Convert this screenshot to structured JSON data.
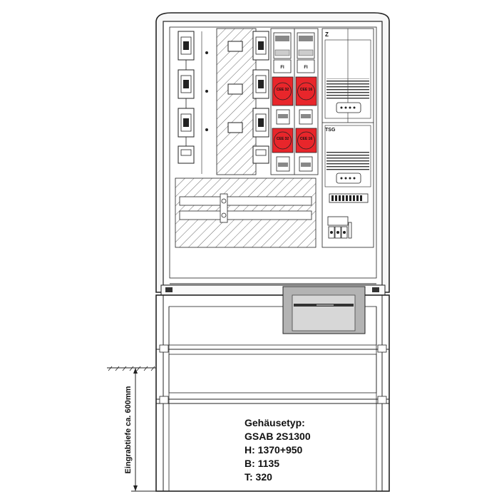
{
  "panel_labels": {
    "meter_field": "Z",
    "tsg_field": "TSG",
    "cee_upper_left": "CEE 32",
    "cee_upper_right": "CEE 16",
    "cee_lower_left": "CEE 32",
    "cee_lower_right": "CEE 16",
    "fi_left": "FI",
    "fi_right": "FI"
  },
  "installation_depth_label": "Eingrabtiefe ca. 600mm",
  "specs": {
    "housing_type_label": "Gehäusetyp:",
    "housing_type": "GSAB 2S1300",
    "height": "H: 1370+950",
    "width": "B: 1135",
    "depth": "T: 320"
  },
  "colors": {
    "cee_socket_red": "#e8262b",
    "line": "#222222",
    "cabinet_fill": "#f4f4f4",
    "window_gray": "#b3b3b3"
  }
}
